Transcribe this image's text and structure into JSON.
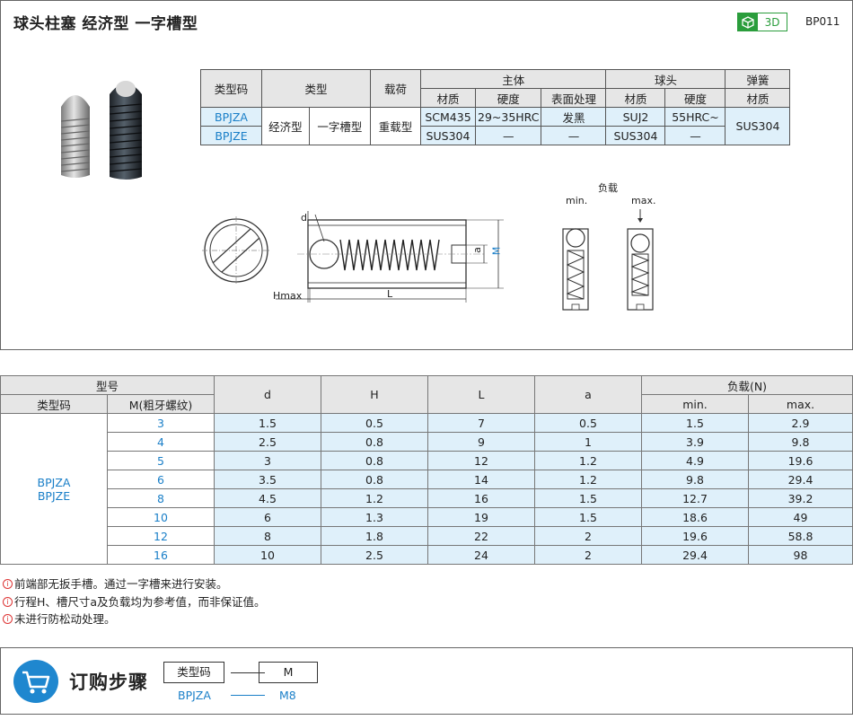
{
  "header": {
    "title": "球头柱塞  经济型  一字槽型",
    "badge": "3D",
    "code": "BP011",
    "brand_color": "#2a9d3c"
  },
  "drawing": {
    "load_label": "负载",
    "min_label": "min.",
    "max_label": "max.",
    "d_label": "d",
    "a_label": "a",
    "m_label": "M",
    "hmax_label": "Hmax",
    "l_label": "L"
  },
  "spec": {
    "h": {
      "type_code": "类型码",
      "type": "类型",
      "load": "载荷",
      "body": "主体",
      "ball": "球头",
      "spring": "弹簧",
      "material": "材质",
      "hardness": "硬度",
      "surface": "表面处理"
    },
    "rows": [
      {
        "code": "BPJZA",
        "body_mat": "SCM435",
        "body_hard": "29~35HRC",
        "surface": "发黑",
        "ball_mat": "SUJ2",
        "ball_hard": "55HRC~"
      },
      {
        "code": "BPJZE",
        "body_mat": "SUS304",
        "body_hard": "—",
        "surface": "—",
        "ball_mat": "SUS304",
        "ball_hard": "—"
      }
    ],
    "type1": "经济型",
    "type2": "一字槽型",
    "load": "重载型",
    "spring": "SUS304"
  },
  "main": {
    "h": {
      "model": "型号",
      "type_code": "类型码",
      "m": "M(粗牙螺纹)",
      "d": "d",
      "H": "H",
      "L": "L",
      "a": "a",
      "load": "负载(N)",
      "min": "min.",
      "max": "max."
    },
    "codes": [
      "BPJZA",
      "BPJZE"
    ],
    "rows": [
      {
        "m": "3",
        "d": "1.5",
        "H": "0.5",
        "L": "7",
        "a": "0.5",
        "min": "1.5",
        "max": "2.9"
      },
      {
        "m": "4",
        "d": "2.5",
        "H": "0.8",
        "L": "9",
        "a": "1",
        "min": "3.9",
        "max": "9.8"
      },
      {
        "m": "5",
        "d": "3",
        "H": "0.8",
        "L": "12",
        "a": "1.2",
        "min": "4.9",
        "max": "19.6"
      },
      {
        "m": "6",
        "d": "3.5",
        "H": "0.8",
        "L": "14",
        "a": "1.2",
        "min": "9.8",
        "max": "29.4"
      },
      {
        "m": "8",
        "d": "4.5",
        "H": "1.2",
        "L": "16",
        "a": "1.5",
        "min": "12.7",
        "max": "39.2"
      },
      {
        "m": "10",
        "d": "6",
        "H": "1.3",
        "L": "19",
        "a": "1.5",
        "min": "18.6",
        "max": "49"
      },
      {
        "m": "12",
        "d": "8",
        "H": "1.8",
        "L": "22",
        "a": "2",
        "min": "19.6",
        "max": "58.8"
      },
      {
        "m": "16",
        "d": "10",
        "H": "2.5",
        "L": "24",
        "a": "2",
        "min": "29.4",
        "max": "98"
      }
    ]
  },
  "notes": [
    "前端部无扳手槽。通过一字槽来进行安装。",
    "行程H、槽尺寸a及负载均为参考值，而非保证值。",
    "未进行防松动处理。"
  ],
  "order": {
    "title": "订购步骤",
    "box1": "类型码",
    "box2": "M",
    "val1": "BPJZA",
    "val2": "M8"
  }
}
